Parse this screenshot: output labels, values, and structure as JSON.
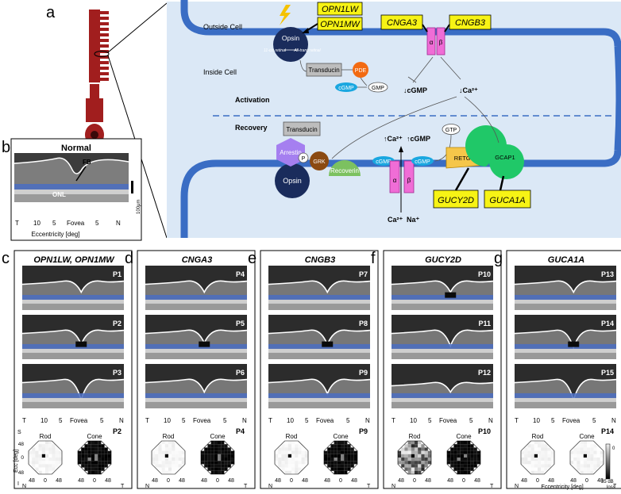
{
  "panel_a": {
    "letter": "a",
    "outside_cell": "Outside Cell",
    "inside_cell": "Inside Cell",
    "activation": "Activation",
    "recovery": "Recovery",
    "opsin": "Opsin",
    "cis_retinal": "11-cis retinal",
    "trans_retinal": "All-trans retinal",
    "transducin": "Transducin",
    "pde": "PDE",
    "cgmp": "cGMP",
    "gmp": "GMP",
    "down_cgmp": "↓cGMP",
    "down_ca": "↓Ca²⁺",
    "alpha": "α",
    "beta": "β",
    "arrestin": "Arrestin",
    "p": "P",
    "grk": "GRK",
    "recoverin": "Recoverin",
    "up_ca": "↑Ca²⁺",
    "up_cgmp": "↑cGMP",
    "gtp": "GTP",
    "retgc1": "RETGC1",
    "gcap1": "GCAP1",
    "ca_in": "Ca²⁺",
    "na_in": "Na⁺",
    "gene_opn1lw": "OPN1LW",
    "gene_opn1mw": "OPN1MW",
    "gene_cnga3": "CNGA3",
    "gene_cngb3": "CNGB3",
    "gene_gucy2d": "GUCY2D",
    "gene_guca1a": "GUCA1A"
  },
  "panel_b": {
    "letter": "b",
    "title": "Normal",
    "fb": "FB",
    "onl": "ONL",
    "scale": "100μm",
    "ticks": [
      "T",
      "10",
      "5",
      "Fovea",
      "5",
      "N"
    ],
    "xlabel": "Eccentricity [deg]"
  },
  "gene_panels": [
    {
      "letter": "c",
      "title": "OPN1LW, OPN1MW",
      "patients": [
        "P1",
        "P2",
        "P3"
      ],
      "map_patient": "P2"
    },
    {
      "letter": "d",
      "title": "CNGA3",
      "patients": [
        "P4",
        "P5",
        "P6"
      ],
      "map_patient": "P4"
    },
    {
      "letter": "e",
      "title": "CNGB3",
      "patients": [
        "P7",
        "P8",
        "P9"
      ],
      "map_patient": "P9"
    },
    {
      "letter": "f",
      "title": "GUCY2D",
      "patients": [
        "P10",
        "P11",
        "P12"
      ],
      "map_patient": "P10"
    },
    {
      "letter": "g",
      "title": "GUCA1A",
      "patients": [
        "P13",
        "P14",
        "P15"
      ],
      "map_patient": "P14"
    }
  ],
  "oct_ticks": [
    "T",
    "10",
    "5",
    "Fovea",
    "5",
    "N"
  ],
  "map_labels": {
    "rod": "Rod",
    "cone": "Cone",
    "ecc": "Ecc [deg]",
    "s": "S",
    "i": "I",
    "n": "N",
    "t": "T",
    "y48a": "48",
    "y0": "0",
    "y48b": "48",
    "x48a": "48",
    "x0": "0",
    "x48b": "48",
    "eccentricity": "Eccentricity [deg]"
  },
  "colorbar": {
    "top": "0",
    "bottom": "35 dB",
    "unit": "loss"
  }
}
